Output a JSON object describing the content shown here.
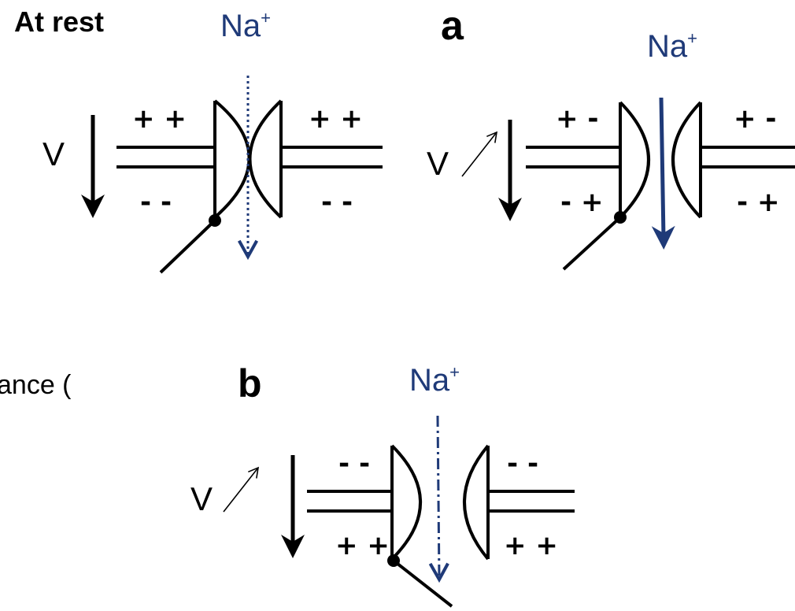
{
  "panels": [
    {
      "id": "rest",
      "heading": "At rest",
      "ion": "Na",
      "ion_charge": "+",
      "voltage_label": "V",
      "upper_left_signs": "+ +",
      "upper_right_signs": "+ +",
      "lower_left_signs": "- -",
      "lower_right_signs": "- -"
    },
    {
      "id": "a",
      "heading": "a",
      "ion": "Na",
      "ion_charge": "+",
      "voltage_label": "V",
      "upper_left_signs": "+ -",
      "upper_right_signs": "+ -",
      "lower_left_signs": "- +",
      "lower_right_signs": "- +"
    },
    {
      "id": "b",
      "heading": "b",
      "ion": "Na",
      "ion_charge": "+",
      "voltage_label": "V",
      "upper_left_signs": "- -",
      "upper_right_signs": "- -",
      "lower_left_signs": "+ +",
      "lower_right_signs": "+ +"
    }
  ],
  "left_fragment": "ance (",
  "colors": {
    "ink": "#000000",
    "ion_blue": "#1f3a78"
  }
}
